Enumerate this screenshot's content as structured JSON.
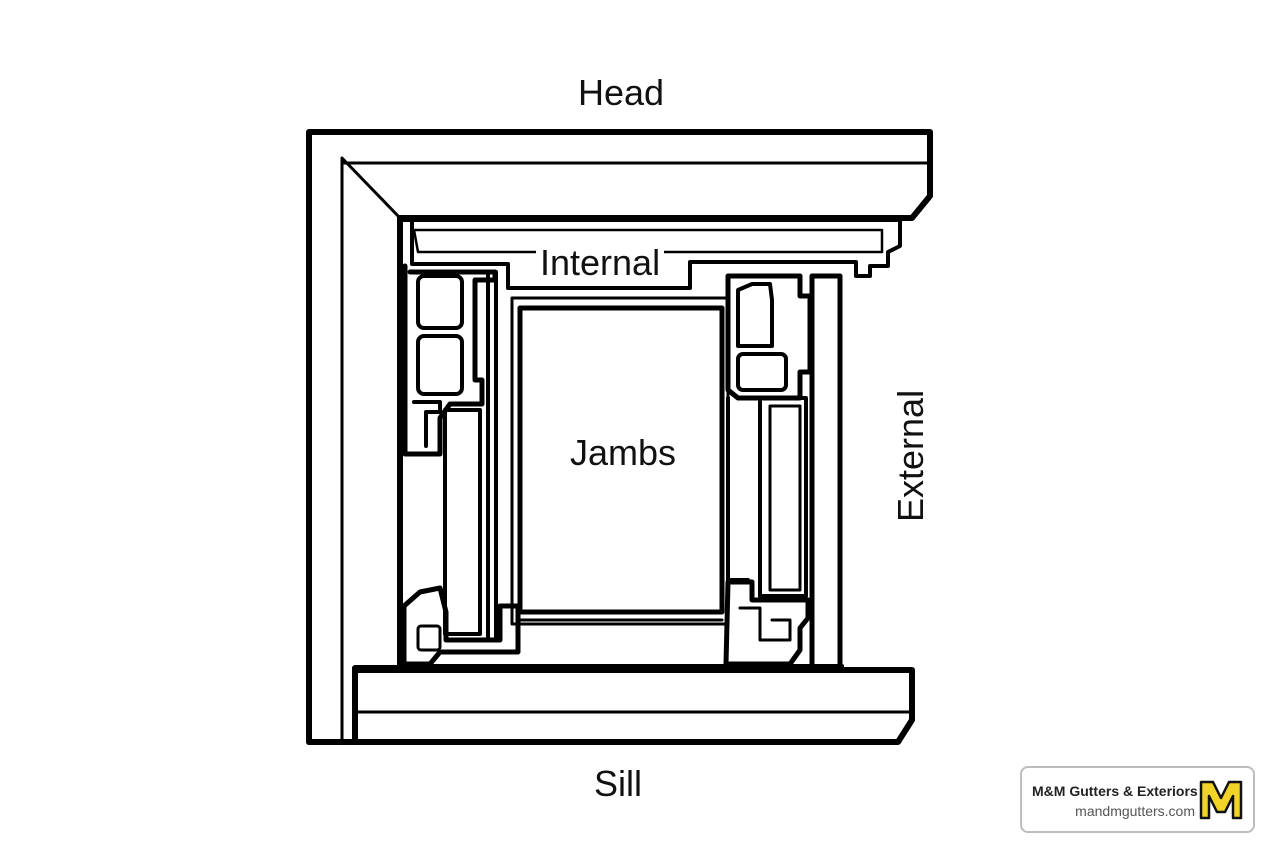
{
  "labels": {
    "head": "Head",
    "internal": "Internal",
    "jambs": "Jambs",
    "sill": "Sill",
    "external": "External"
  },
  "logo": {
    "name": "M&M Gutters & Exteriors",
    "url": "mandmgutters.com",
    "mark_color": "#f2d327",
    "mark_outline": "#111111"
  },
  "colors": {
    "stroke": "#000000",
    "background": "#ffffff"
  }
}
